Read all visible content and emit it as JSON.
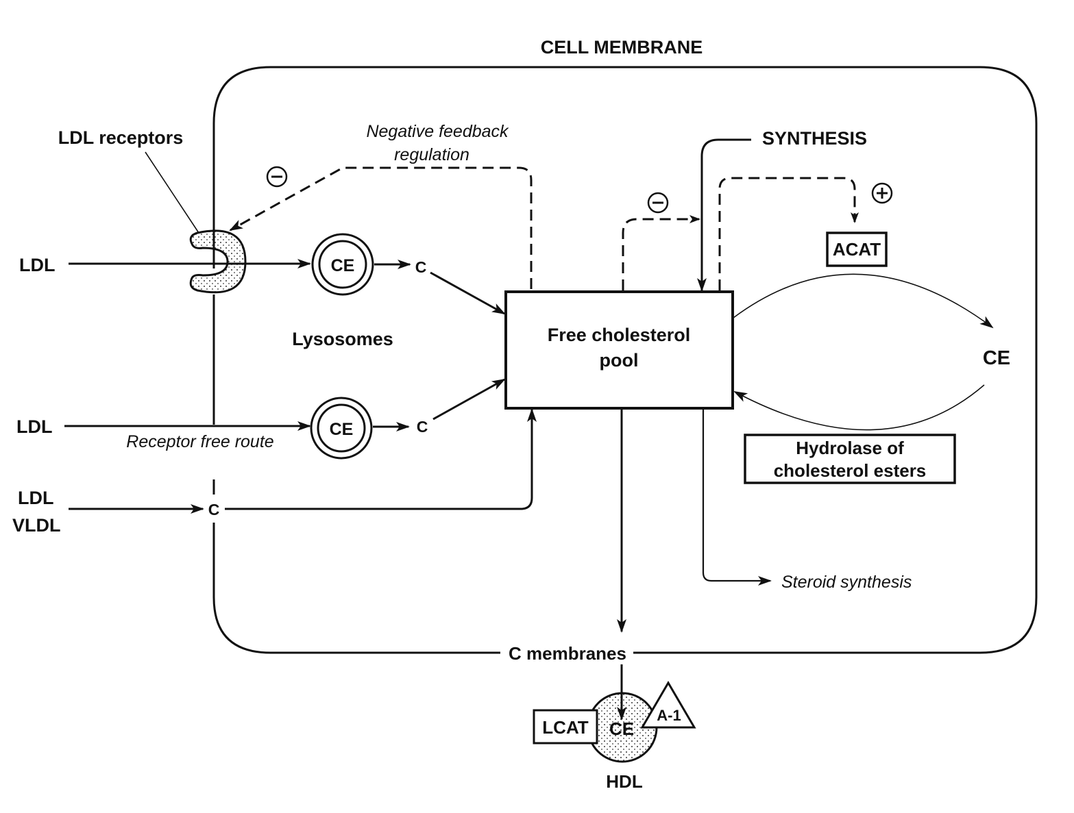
{
  "title": "CELL MEMBRANE",
  "labels": {
    "ldl_receptors": "LDL receptors",
    "negative_feedback_line1": "Negative feedback",
    "negative_feedback_line2": "regulation",
    "synthesis": "SYNTHESIS",
    "ldl_top": "LDL",
    "ldl_middle": "LDL",
    "ldl_bottom": "LDL",
    "vldl": "VLDL",
    "lysosomes": "Lysosomes",
    "receptor_free_route": "Receptor free route",
    "ce_lysosome_top": "CE",
    "ce_lysosome_bottom": "CE",
    "c_top": "C",
    "c_middle": "C",
    "c_membrane": "C",
    "free_pool_line1": "Free cholesterol",
    "free_pool_line2": "pool",
    "acat": "ACAT",
    "ce_right": "CE",
    "hydrolase_line1": "Hydrolase of",
    "hydrolase_line2": "cholesterol esters",
    "steroid_synthesis": "Steroid synthesis",
    "c_membranes": "C membranes",
    "lcat": "LCAT",
    "ce_hdl": "CE",
    "a1": "A-1",
    "hdl": "HDL"
  },
  "symbols": {
    "minus_left": "−",
    "minus_mid": "−",
    "plus": "+"
  }
}
